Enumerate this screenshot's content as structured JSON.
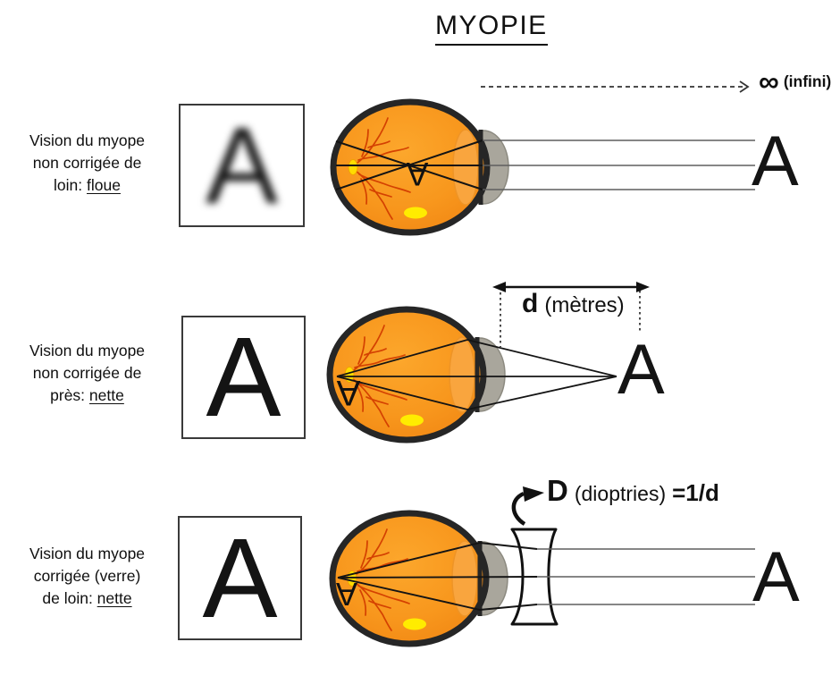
{
  "title": "MYOPIE",
  "colors": {
    "eye_body": "#F8951D",
    "eye_outline": "#262626",
    "lens": "#F9A53E",
    "cornea": "#A9A69C",
    "vessels": "#D23C00",
    "optic_disc": "#FFDC00",
    "glow": "#FFEC00",
    "ray_gray": "#5F5F5F",
    "ray_black": "#141414"
  },
  "rows": [
    {
      "label": {
        "line1": "Vision du myope",
        "line2": "non corrigée de",
        "line3_prefix": "loin: ",
        "line3_underlined": "floue"
      },
      "boxed_letter": "A",
      "retina_letter": "A",
      "target_letter": "A",
      "annotation": {
        "symbol": "∞",
        "label": "(infini)"
      }
    },
    {
      "label": {
        "line1": "Vision du myope",
        "line2": "non corrigée de",
        "line3_prefix": "près: ",
        "line3_underlined": "nette"
      },
      "boxed_letter": "A",
      "retina_letter": "A",
      "target_letter": "A",
      "annotation": {
        "symbol": "d",
        "label": "(mètres)"
      }
    },
    {
      "label": {
        "line1": "Vision du myope",
        "line2": "corrigée (verre)",
        "line3_prefix": "de loin: ",
        "line3_underlined": "nette"
      },
      "boxed_letter": "A",
      "retina_letter": "A",
      "target_letter": "A",
      "annotation": {
        "symbol": "D",
        "label": "(dioptries)",
        "formula": "=1/d"
      }
    }
  ]
}
